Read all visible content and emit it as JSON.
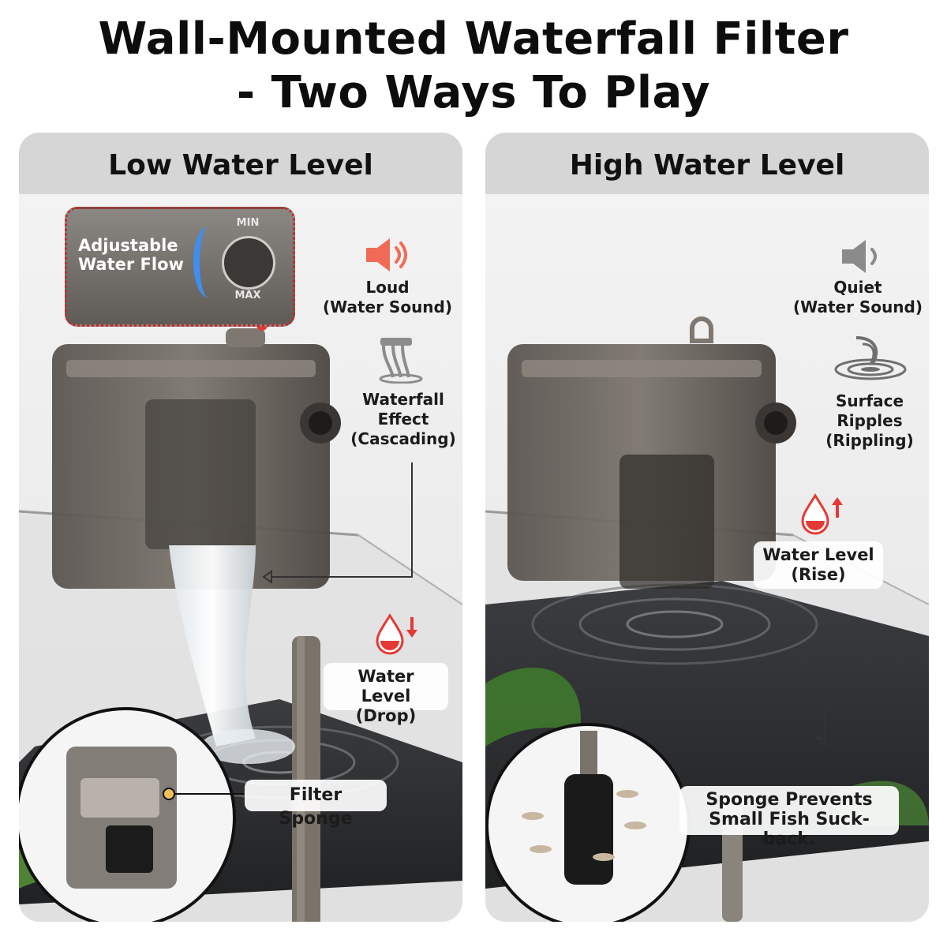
{
  "title": {
    "line1": "Wall-Mounted Waterfall Filter",
    "line2": "- Two Ways To Play"
  },
  "left": {
    "header": "Low Water Level",
    "flow_badge": {
      "line1": "Adjustable",
      "line2": "Water Flow",
      "min": "MIN",
      "max": "MAX"
    },
    "sound": {
      "line1": "Loud",
      "line2": "(Water Sound)"
    },
    "effect": {
      "line1": "Waterfall",
      "line2": "Effect",
      "line3": "(Cascading)"
    },
    "water_level": {
      "line1": "Water Level",
      "line2": "(Drop)"
    },
    "inset_label": "Filter Sponge"
  },
  "right": {
    "header": "High Water Level",
    "sound": {
      "line1": "Quiet",
      "line2": "(Water Sound)"
    },
    "effect": {
      "line1": "Surface",
      "line2": "Ripples",
      "line3": "(Rippling)"
    },
    "water_level": {
      "line1": "Water Level",
      "line2": "(Rise)"
    },
    "inset_label": {
      "line1": "Sponge Prevents",
      "line2": "Small Fish Suck-back."
    }
  },
  "colors": {
    "accent_red": "#e53935",
    "speaker_loud": "#f06b55",
    "speaker_quiet": "#8a8a8a",
    "header_gray": "#d6d6d6",
    "water_dark": "#2a2c2e"
  }
}
